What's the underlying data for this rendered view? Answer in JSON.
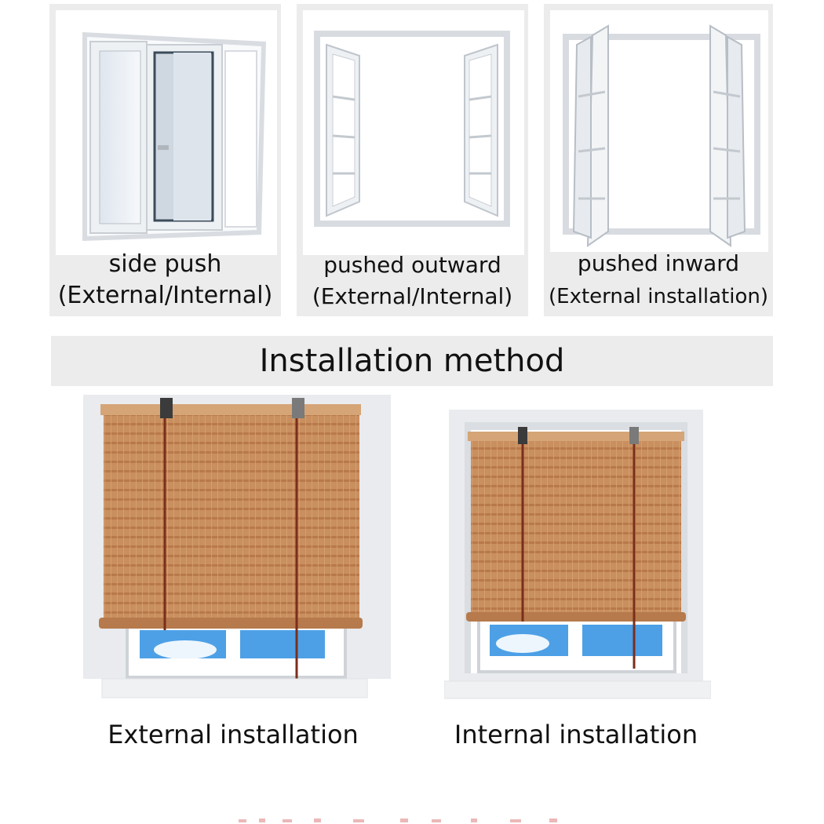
{
  "window_types": [
    {
      "line1": "side push",
      "line2": "(External/Internal)",
      "icon": "sliding-window-icon"
    },
    {
      "line1": "pushed outward",
      "line2": "(External/Internal)",
      "icon": "outward-casement-window-icon"
    },
    {
      "line1": "pushed inward",
      "line2": "(External installation)",
      "icon": "inward-casement-window-icon"
    }
  ],
  "banner": {
    "title": "Installation method"
  },
  "installations": [
    {
      "label": "External installation"
    },
    {
      "label": "Internal installation"
    }
  ],
  "colors": {
    "panel_bg": "#ececec",
    "bamboo": "#c98f5e",
    "bamboo_dark": "#a8683e",
    "cord": "#7a2e1a",
    "wall": "#e9ebee",
    "sky": "#4da0e6"
  }
}
